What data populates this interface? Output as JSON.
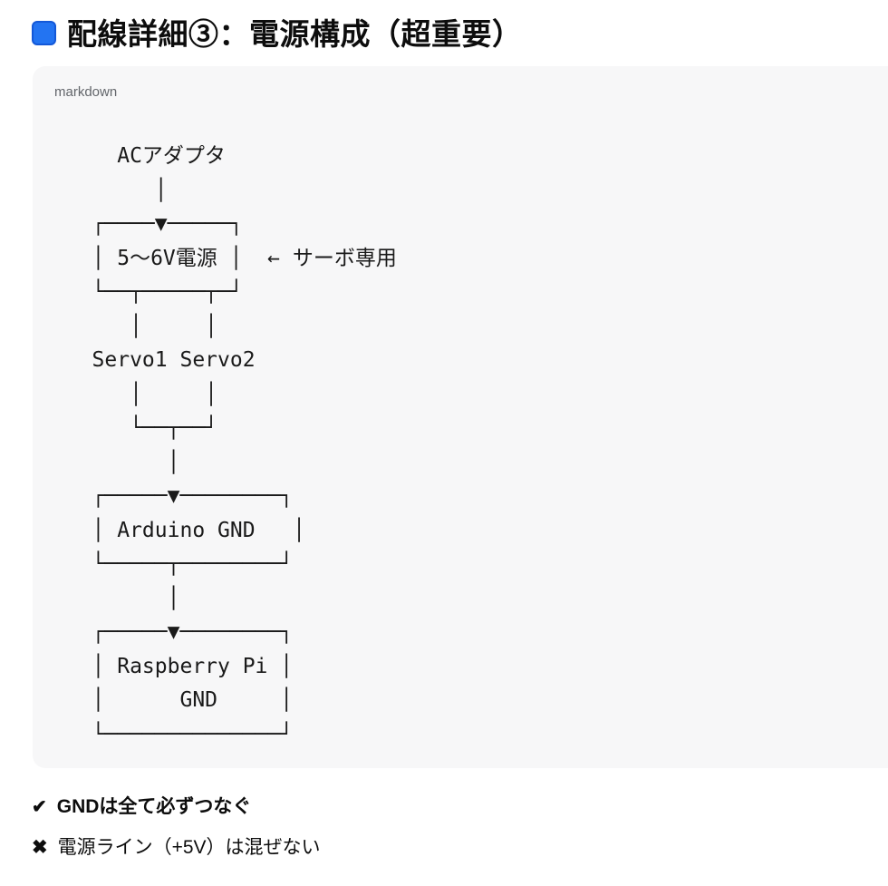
{
  "heading": {
    "icon": "blue-square",
    "text": "配線詳細③：電源構成（超重要）"
  },
  "colors": {
    "accent_blue": "#2374f2",
    "accent_blue_border": "#1358d8",
    "code_block_bg": "#f7f7f8",
    "label_gray": "#63666b"
  },
  "code_block": {
    "language_label": "markdown",
    "diagram_lines": [
      "     ACアダプタ",
      "        │",
      "   ┌────▼─────┐",
      "   │ 5〜6V電源 │  ← サーボ専用",
      "   └──┬─────┬─┘",
      "      │     │",
      "   Servo1 Servo2",
      "      │     │",
      "      └──┬──┘",
      "         │",
      "   ┌─────▼────────┐",
      "   │ Arduino GND   │",
      "   └─────┬────────┘",
      "         │",
      "   ┌─────▼────────┐",
      "   │ Raspberry Pi │",
      "   │      GND     │",
      "   └──────────────┘"
    ]
  },
  "notes": [
    {
      "icon": "✔",
      "text": "GNDは全て必ずつなぐ"
    },
    {
      "icon": "✖",
      "text": "電源ライン（+5V）は混ぜない"
    }
  ]
}
